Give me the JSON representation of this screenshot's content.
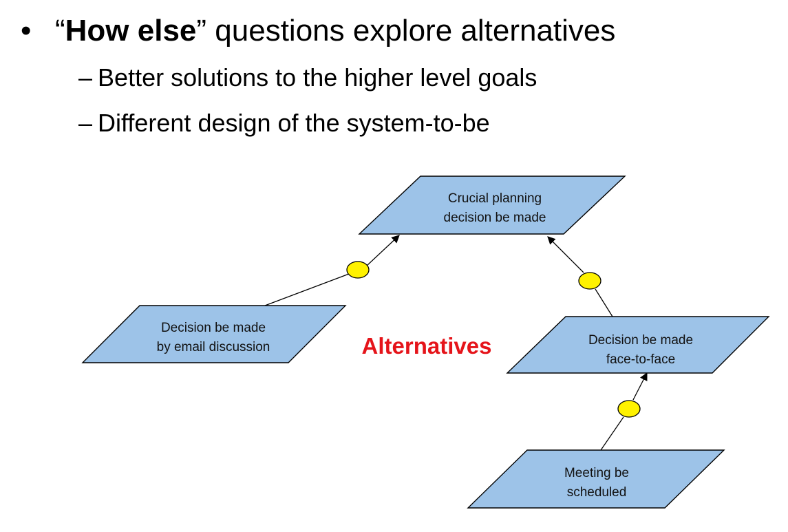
{
  "slide": {
    "bullet": {
      "symbol": "•",
      "open_quote": "“",
      "bold_text": "How else",
      "close_quote": "”",
      "rest_text": " questions explore alternatives"
    },
    "sub_bullets": [
      {
        "dash": "–",
        "text": "Better solutions to the higher level goals"
      },
      {
        "dash": "–",
        "text": "Different design of the system-to-be"
      }
    ]
  },
  "diagram": {
    "goals": {
      "crucial": {
        "line1": "Crucial planning",
        "line2": "decision be made"
      },
      "email": {
        "line1": "Decision be made",
        "line2": "by email discussion"
      },
      "face": {
        "line1": "Decision be made",
        "line2": "face-to-face"
      },
      "meeting": {
        "line1": "Meeting be",
        "line2": "scheduled"
      }
    },
    "annotation": "Alternatives",
    "colors": {
      "goal_fill": "#9DC3E8",
      "junction_fill": "#FFF200",
      "annotation": "#E5141A"
    }
  }
}
